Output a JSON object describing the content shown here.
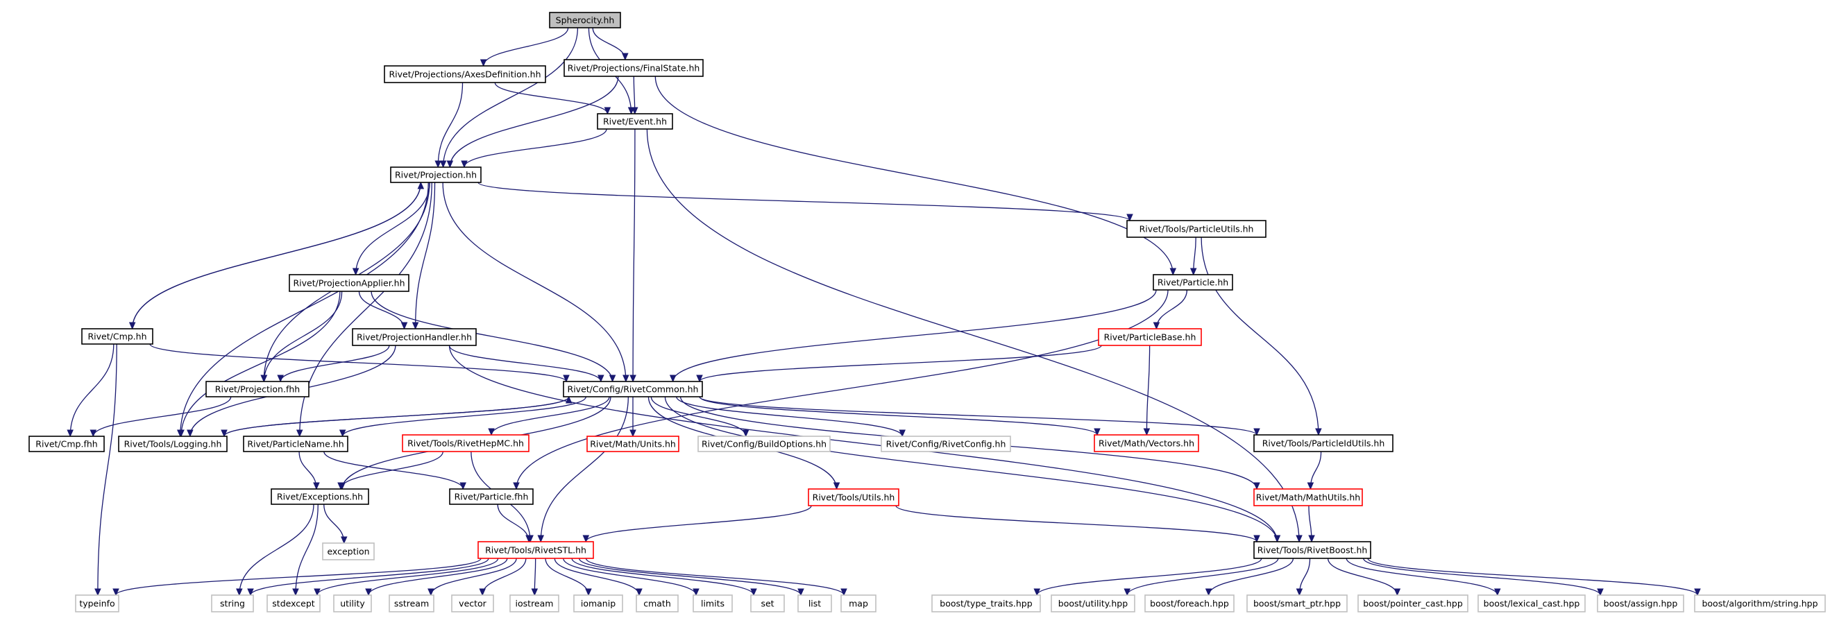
{
  "colors": {
    "edge": "#191970",
    "root_fill": "#bfbfbf",
    "normal_border": "#000000",
    "truncated_border": "#ff0000",
    "external_border": "#bfbfbf",
    "text": "#000000"
  },
  "nodes": [
    {
      "id": "spherocity",
      "label": "Spherocity.hh",
      "kind": "root"
    },
    {
      "id": "axesdef",
      "label": "Rivet/Projections/AxesDefinition.hh",
      "kind": "normal"
    },
    {
      "id": "finalstate",
      "label": "Rivet/Projections/FinalState.hh",
      "kind": "normal"
    },
    {
      "id": "event",
      "label": "Rivet/Event.hh",
      "kind": "normal"
    },
    {
      "id": "projection",
      "label": "Rivet/Projection.hh",
      "kind": "normal"
    },
    {
      "id": "particleutils",
      "label": "Rivet/Tools/ParticleUtils.hh",
      "kind": "normal"
    },
    {
      "id": "projapplier",
      "label": "Rivet/ProjectionApplier.hh",
      "kind": "normal"
    },
    {
      "id": "particle",
      "label": "Rivet/Particle.hh",
      "kind": "normal"
    },
    {
      "id": "cmp",
      "label": "Rivet/Cmp.hh",
      "kind": "normal"
    },
    {
      "id": "projhandler",
      "label": "Rivet/ProjectionHandler.hh",
      "kind": "normal"
    },
    {
      "id": "particlebase",
      "label": "Rivet/ParticleBase.hh",
      "kind": "truncated"
    },
    {
      "id": "projfhh",
      "label": "Rivet/Projection.fhh",
      "kind": "normal"
    },
    {
      "id": "rivetcommon",
      "label": "Rivet/Config/RivetCommon.hh",
      "kind": "normal"
    },
    {
      "id": "cmpfhh",
      "label": "Rivet/Cmp.fhh",
      "kind": "normal"
    },
    {
      "id": "logging",
      "label": "Rivet/Tools/Logging.hh",
      "kind": "normal"
    },
    {
      "id": "particlename",
      "label": "Rivet/ParticleName.hh",
      "kind": "normal"
    },
    {
      "id": "rivethepmc",
      "label": "Rivet/Tools/RivetHepMC.hh",
      "kind": "truncated"
    },
    {
      "id": "units",
      "label": "Rivet/Math/Units.hh",
      "kind": "truncated"
    },
    {
      "id": "buildoptions",
      "label": "Rivet/Config/BuildOptions.hh",
      "kind": "external"
    },
    {
      "id": "rivetconfig",
      "label": "Rivet/Config/RivetConfig.hh",
      "kind": "external"
    },
    {
      "id": "vectors",
      "label": "Rivet/Math/Vectors.hh",
      "kind": "truncated"
    },
    {
      "id": "particleidutils",
      "label": "Rivet/Tools/ParticleIdUtils.hh",
      "kind": "normal"
    },
    {
      "id": "exceptions",
      "label": "Rivet/Exceptions.hh",
      "kind": "normal"
    },
    {
      "id": "particlefhh",
      "label": "Rivet/Particle.fhh",
      "kind": "normal"
    },
    {
      "id": "utils",
      "label": "Rivet/Tools/Utils.hh",
      "kind": "truncated"
    },
    {
      "id": "mathutils",
      "label": "Rivet/Math/MathUtils.hh",
      "kind": "truncated"
    },
    {
      "id": "exception",
      "label": "exception",
      "kind": "external"
    },
    {
      "id": "rivetstl",
      "label": "Rivet/Tools/RivetSTL.hh",
      "kind": "truncated"
    },
    {
      "id": "rivetboost",
      "label": "Rivet/Tools/RivetBoost.hh",
      "kind": "normal"
    },
    {
      "id": "typeinfo",
      "label": "typeinfo",
      "kind": "external"
    },
    {
      "id": "string",
      "label": "string",
      "kind": "external"
    },
    {
      "id": "stdexcept",
      "label": "stdexcept",
      "kind": "external"
    },
    {
      "id": "utility",
      "label": "utility",
      "kind": "external"
    },
    {
      "id": "sstream",
      "label": "sstream",
      "kind": "external"
    },
    {
      "id": "vector",
      "label": "vector",
      "kind": "external"
    },
    {
      "id": "iostream",
      "label": "iostream",
      "kind": "external"
    },
    {
      "id": "iomanip",
      "label": "iomanip",
      "kind": "external"
    },
    {
      "id": "cmath",
      "label": "cmath",
      "kind": "external"
    },
    {
      "id": "limits",
      "label": "limits",
      "kind": "external"
    },
    {
      "id": "set",
      "label": "set",
      "kind": "external"
    },
    {
      "id": "list",
      "label": "list",
      "kind": "external"
    },
    {
      "id": "map",
      "label": "map",
      "kind": "external"
    },
    {
      "id": "typetraits",
      "label": "boost/type_traits.hpp",
      "kind": "external"
    },
    {
      "id": "boostutility",
      "label": "boost/utility.hpp",
      "kind": "external"
    },
    {
      "id": "foreach",
      "label": "boost/foreach.hpp",
      "kind": "external"
    },
    {
      "id": "smartptr",
      "label": "boost/smart_ptr.hpp",
      "kind": "external"
    },
    {
      "id": "pointercast",
      "label": "boost/pointer_cast.hpp",
      "kind": "external"
    },
    {
      "id": "lexicalcast",
      "label": "boost/lexical_cast.hpp",
      "kind": "external"
    },
    {
      "id": "assign",
      "label": "boost/assign.hpp",
      "kind": "external"
    },
    {
      "id": "algostring",
      "label": "boost/algorithm/string.hpp",
      "kind": "external"
    }
  ],
  "edges": [
    [
      "spherocity",
      "axesdef"
    ],
    [
      "spherocity",
      "finalstate"
    ],
    [
      "spherocity",
      "event"
    ],
    [
      "spherocity",
      "projection"
    ],
    [
      "axesdef",
      "projection"
    ],
    [
      "axesdef",
      "event"
    ],
    [
      "finalstate",
      "projection"
    ],
    [
      "finalstate",
      "event"
    ],
    [
      "finalstate",
      "particle"
    ],
    [
      "event",
      "projection"
    ],
    [
      "event",
      "rivetcommon"
    ],
    [
      "event",
      "rivetboost"
    ],
    [
      "projection",
      "projapplier"
    ],
    [
      "projection",
      "projhandler"
    ],
    [
      "projection",
      "particleutils"
    ],
    [
      "projection",
      "cmp"
    ],
    [
      "projection",
      "rivetcommon"
    ],
    [
      "projection",
      "projfhh"
    ],
    [
      "projection",
      "logging"
    ],
    [
      "projection",
      "particlename"
    ],
    [
      "cmp",
      "projection"
    ],
    [
      "cmp",
      "cmpfhh"
    ],
    [
      "cmp",
      "rivetcommon"
    ],
    [
      "cmp",
      "typeinfo"
    ],
    [
      "projapplier",
      "projhandler"
    ],
    [
      "projapplier",
      "rivetcommon"
    ],
    [
      "projapplier",
      "projfhh"
    ],
    [
      "projapplier",
      "logging"
    ],
    [
      "projhandler",
      "rivetcommon"
    ],
    [
      "projhandler",
      "projfhh"
    ],
    [
      "projhandler",
      "logging"
    ],
    [
      "projhandler",
      "rivetboost"
    ],
    [
      "projfhh",
      "cmpfhh"
    ],
    [
      "particleutils",
      "particle"
    ],
    [
      "particleutils",
      "particleidutils"
    ],
    [
      "particle",
      "particlebase"
    ],
    [
      "particle",
      "rivetcommon"
    ],
    [
      "particle",
      "particlefhh"
    ],
    [
      "particlebase",
      "rivetcommon"
    ],
    [
      "particlebase",
      "vectors"
    ],
    [
      "rivetcommon",
      "logging"
    ],
    [
      "rivetcommon",
      "particlename"
    ],
    [
      "rivetcommon",
      "rivethepmc"
    ],
    [
      "rivetcommon",
      "units"
    ],
    [
      "rivetcommon",
      "buildoptions"
    ],
    [
      "rivetcommon",
      "rivetconfig"
    ],
    [
      "rivetcommon",
      "vectors"
    ],
    [
      "rivetcommon",
      "particleidutils"
    ],
    [
      "rivetcommon",
      "exceptions"
    ],
    [
      "rivetcommon",
      "utils"
    ],
    [
      "rivetcommon",
      "mathutils"
    ],
    [
      "rivetcommon",
      "rivetstl"
    ],
    [
      "rivetcommon",
      "rivetboost"
    ],
    [
      "logging",
      "rivetcommon"
    ],
    [
      "particlename",
      "exceptions"
    ],
    [
      "particlename",
      "particlefhh"
    ],
    [
      "rivethepmc",
      "exceptions"
    ],
    [
      "rivethepmc",
      "rivetstl"
    ],
    [
      "particleidutils",
      "mathutils"
    ],
    [
      "exceptions",
      "exception"
    ],
    [
      "exceptions",
      "string"
    ],
    [
      "exceptions",
      "stdexcept"
    ],
    [
      "particlefhh",
      "rivetstl"
    ],
    [
      "utils",
      "rivetstl"
    ],
    [
      "utils",
      "rivetboost"
    ],
    [
      "mathutils",
      "rivetboost"
    ],
    [
      "rivetstl",
      "typeinfo"
    ],
    [
      "rivetstl",
      "string"
    ],
    [
      "rivetstl",
      "stdexcept"
    ],
    [
      "rivetstl",
      "utility"
    ],
    [
      "rivetstl",
      "sstream"
    ],
    [
      "rivetstl",
      "vector"
    ],
    [
      "rivetstl",
      "iostream"
    ],
    [
      "rivetstl",
      "iomanip"
    ],
    [
      "rivetstl",
      "cmath"
    ],
    [
      "rivetstl",
      "limits"
    ],
    [
      "rivetstl",
      "set"
    ],
    [
      "rivetstl",
      "list"
    ],
    [
      "rivetstl",
      "map"
    ],
    [
      "rivetboost",
      "typetraits"
    ],
    [
      "rivetboost",
      "boostutility"
    ],
    [
      "rivetboost",
      "foreach"
    ],
    [
      "rivetboost",
      "smartptr"
    ],
    [
      "rivetboost",
      "pointercast"
    ],
    [
      "rivetboost",
      "lexicalcast"
    ],
    [
      "rivetboost",
      "assign"
    ],
    [
      "rivetboost",
      "algostring"
    ]
  ]
}
